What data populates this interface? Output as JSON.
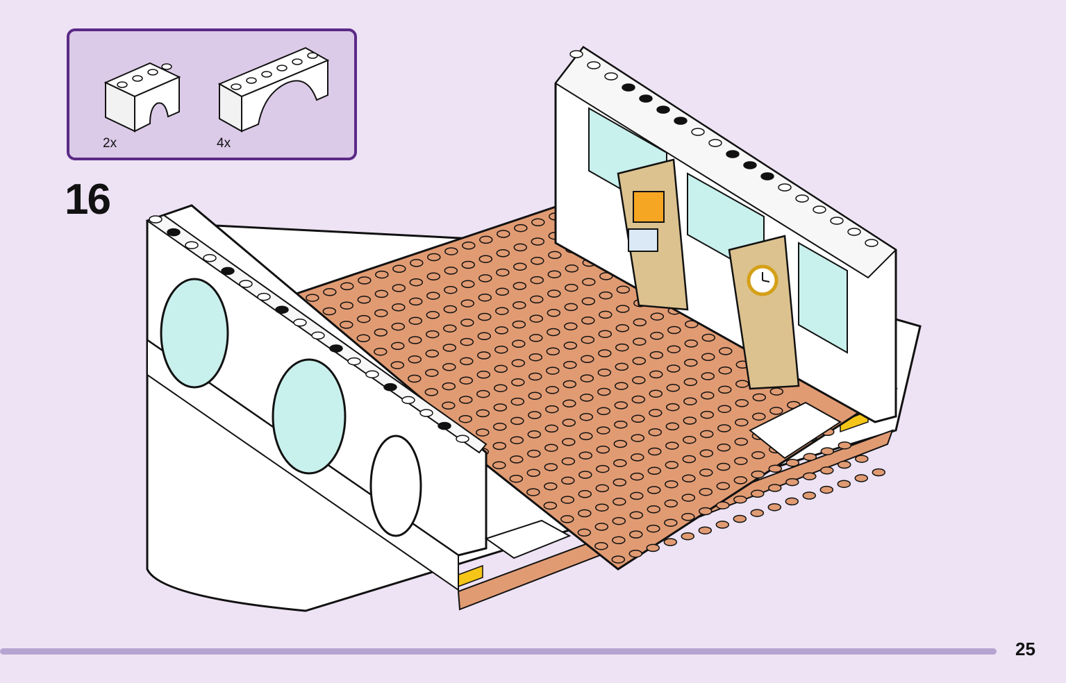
{
  "parts_list": [
    {
      "name": "arch-brick-1x4",
      "qty": "2x"
    },
    {
      "name": "arch-brick-1x6",
      "qty": "4x"
    }
  ],
  "step": {
    "number": "16"
  },
  "page": {
    "number": "25"
  },
  "colors": {
    "accent": "#5b2a86",
    "panel": "#dccbe8",
    "background": "#ede3f4",
    "baseplate": "#e19b73",
    "tan": "#dcc28f",
    "trans-light-blue": "#c8f0ec",
    "yellow-stripe": "#f5c518",
    "footer-bar": "#b7a3d1"
  }
}
